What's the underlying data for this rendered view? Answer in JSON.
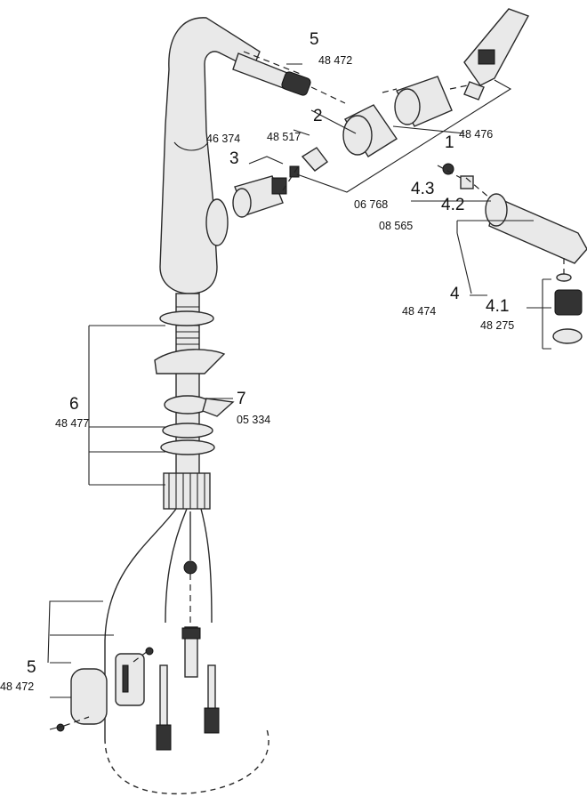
{
  "callouts": [
    {
      "id": "c5-top",
      "num": "5",
      "code": "48 472"
    },
    {
      "id": "c2",
      "num": "2",
      "code": "48 517"
    },
    {
      "id": "c1",
      "num": "1",
      "code": "48 476"
    },
    {
      "id": "c3",
      "num": "3",
      "code": "46 374"
    },
    {
      "id": "c43",
      "num": "4.3",
      "code": "06 768"
    },
    {
      "id": "c42",
      "num": "4.2",
      "code": "08 565"
    },
    {
      "id": "c4",
      "num": "4",
      "code": "48 474"
    },
    {
      "id": "c41",
      "num": "4.1",
      "code": "48 275"
    },
    {
      "id": "c6",
      "num": "6",
      "code": "48 477"
    },
    {
      "id": "c7",
      "num": "7",
      "code": "05 334"
    },
    {
      "id": "c5-bottom",
      "num": "5",
      "code": "48 472"
    }
  ]
}
